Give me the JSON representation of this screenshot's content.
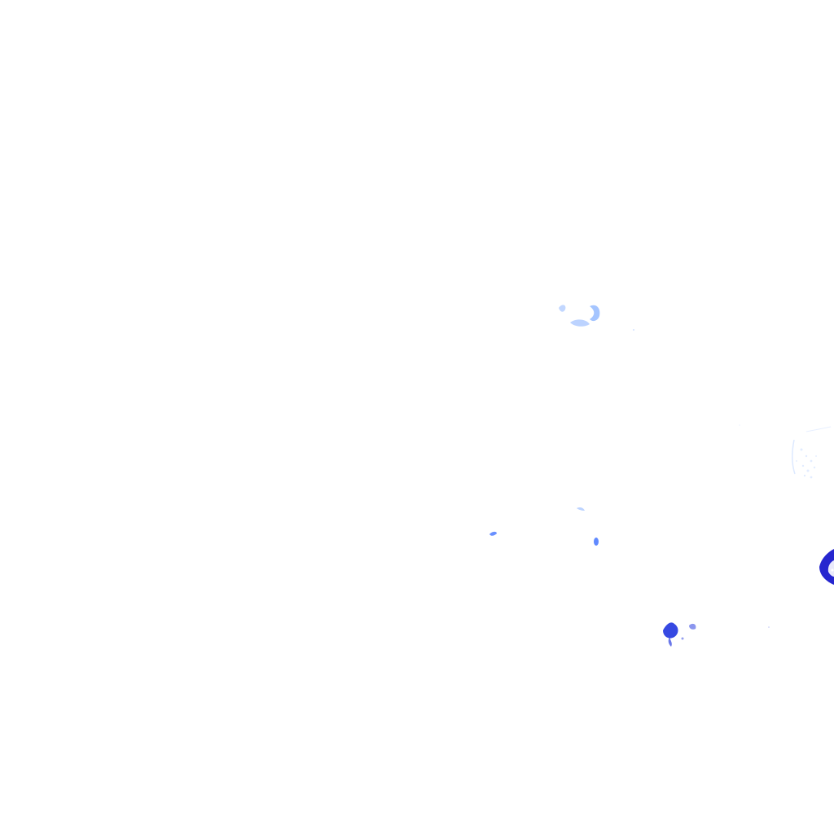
{
  "map": {
    "background_color": "#ffffff",
    "palette": {
      "faint": "#cfe0ff",
      "light": "#8fb6ff",
      "mid": "#4f7cff",
      "strong": "#2b3fe0",
      "intense": "#1a1acc"
    },
    "echo_levels": {
      "echo-upper-center": "light",
      "echo-right-ring": "faint",
      "echo-small-left": "mid",
      "echo-tiny-wisp": "light",
      "echo-small-center": "mid",
      "echo-right-edge": "intense",
      "echo-lower-cluster": "strong"
    }
  }
}
